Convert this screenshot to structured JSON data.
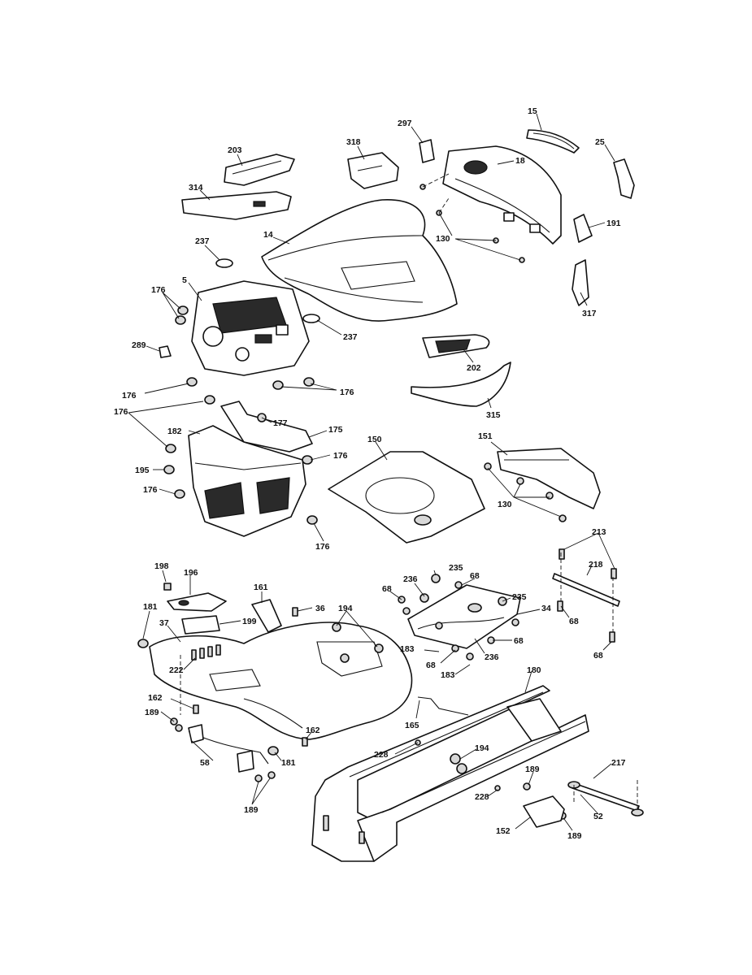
{
  "diagram": {
    "callouts": {
      "c15": "15",
      "c25": "25",
      "c18": "18",
      "c297": "297",
      "c318": "318",
      "c203": "203",
      "c314": "314",
      "c14": "14",
      "c130a": "130",
      "c191": "191",
      "c237a": "237",
      "c5": "5",
      "c176a": "176",
      "c237b": "237",
      "c317": "317",
      "c289": "289",
      "c202": "202",
      "c176b": "176",
      "c176c": "176",
      "c315": "315",
      "c176d": "176",
      "c177": "177",
      "c175": "175",
      "c182": "182",
      "c150": "150",
      "c151": "151",
      "c176e": "176",
      "c195": "195",
      "c176f": "176",
      "c130b": "130",
      "c176g": "176",
      "c213": "213",
      "c218": "218",
      "c198": "198",
      "c196": "196",
      "c161": "161",
      "c235a": "235",
      "c236a": "236",
      "c68a": "68",
      "c68b": "68",
      "c235b": "235",
      "c34": "34",
      "c68c": "68",
      "c181a": "181",
      "c36": "36",
      "c194a": "194",
      "c37": "37",
      "c199": "199",
      "c68d": "68",
      "c68e": "68",
      "c183a": "183",
      "c68f": "68",
      "c236b": "236",
      "c183b": "183",
      "c222": "222",
      "c180": "180",
      "c162a": "162",
      "c189a": "189",
      "c165": "165",
      "c162b": "162",
      "c228a": "228",
      "c194b": "194",
      "c58": "58",
      "c181b": "181",
      "c217": "217",
      "c189b": "189",
      "c228b": "228",
      "c52": "52",
      "c189c": "189",
      "c152": "152",
      "c189d": "189"
    }
  }
}
